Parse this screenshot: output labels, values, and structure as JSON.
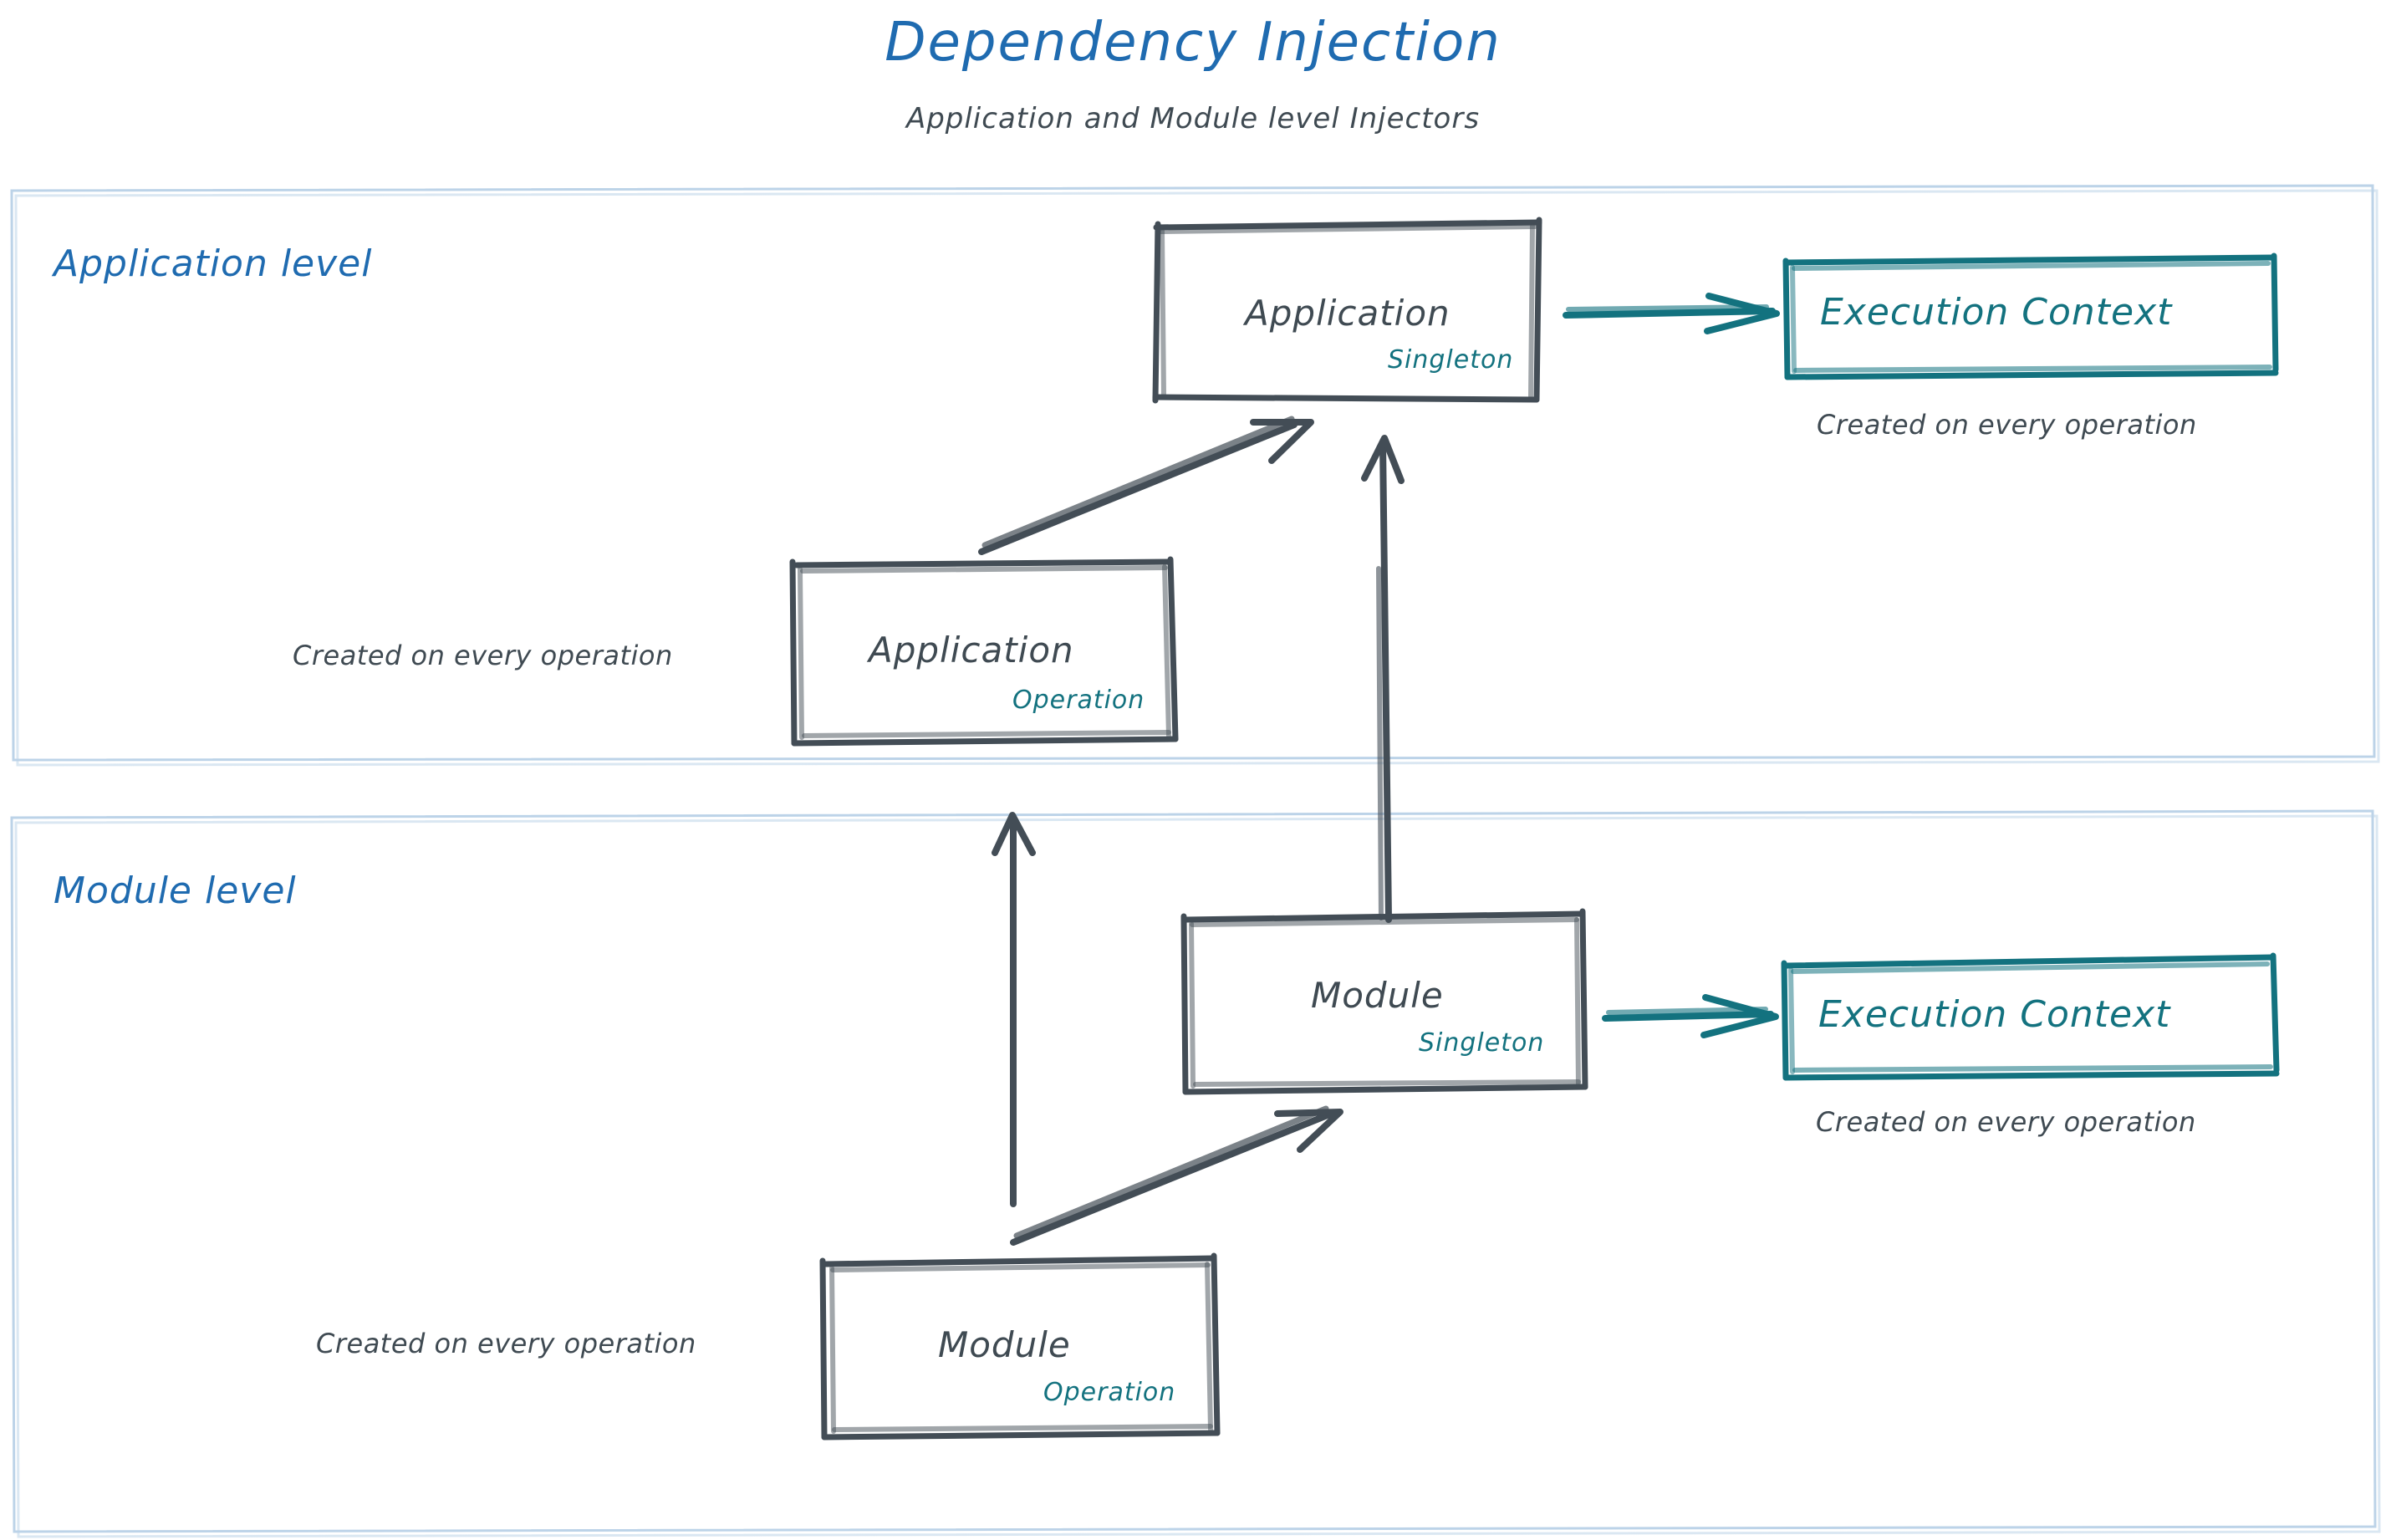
{
  "header": {
    "title": "Dependency Injection",
    "subtitle": "Application and Module level Injectors",
    "title_color": "#1f6bb0",
    "subtitle_color": "#3f4a52"
  },
  "colors": {
    "ink": "#434d56",
    "teal": "#13727f",
    "blue": "#1f6bb0",
    "section_border": "#bcd3e8",
    "background": "#ffffff"
  },
  "sections": [
    {
      "id": "application-level",
      "label": "Application level"
    },
    {
      "id": "module-level",
      "label": "Module level"
    }
  ],
  "nodes": {
    "application_singleton": {
      "label": "Application",
      "scope": "Singleton"
    },
    "application_operation": {
      "label": "Application",
      "scope": "Operation"
    },
    "module_singleton": {
      "label": "Module",
      "scope": "Singleton"
    },
    "module_operation": {
      "label": "Module",
      "scope": "Operation"
    },
    "execution_context_app": {
      "label": "Execution Context"
    },
    "execution_context_module": {
      "label": "Execution Context"
    }
  },
  "notes": {
    "app_ec_note": "Created on every operation",
    "app_operation_note": "Created on every operation",
    "module_ec_note": "Created on every operation",
    "module_operation_note": "Created on every operation"
  },
  "edges": [
    {
      "id": "app-singleton-to-execution-context",
      "from": "application_singleton",
      "to": "execution_context_app",
      "style": "teal-arrow"
    },
    {
      "id": "app-operation-to-app-singleton",
      "from": "application_operation",
      "to": "application_singleton",
      "style": "ink-arrow-diagonal"
    },
    {
      "id": "module-singleton-to-app-singleton",
      "from": "module_singleton",
      "to": "application_singleton",
      "style": "ink-arrow-vertical"
    },
    {
      "id": "module-singleton-to-execution-context",
      "from": "module_singleton",
      "to": "execution_context_module",
      "style": "teal-arrow"
    },
    {
      "id": "module-operation-to-module-singleton",
      "from": "module_operation",
      "to": "module_singleton",
      "style": "ink-arrow-diagonal"
    },
    {
      "id": "module-operation-to-app-operation",
      "from": "module_operation",
      "to": "application_operation",
      "style": "ink-arrow-vertical"
    }
  ]
}
